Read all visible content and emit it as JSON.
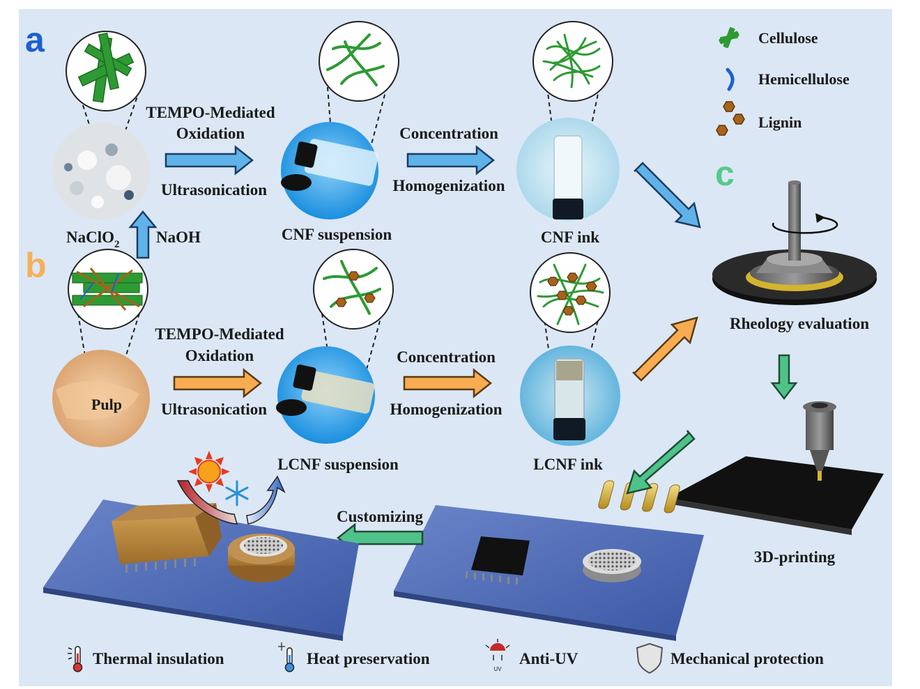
{
  "panels": {
    "a": "a",
    "b": "b",
    "c": "c"
  },
  "legend": {
    "cellulose": "Cellulose",
    "hemicellulose": "Hemicellulose",
    "lignin": "Lignin"
  },
  "row_a": {
    "step1_top1": "TEMPO-Mediated",
    "step1_top2": "Oxidation",
    "step1_bottom": "Ultrasonication",
    "step2_top": "Concentration",
    "step2_bottom": "Homogenization",
    "source_label": "NaClO",
    "source_sub": "2",
    "naoh": "NaOH",
    "suspension": "CNF suspension",
    "ink": "CNF ink"
  },
  "row_b": {
    "pulp": "Pulp",
    "step1_top1": "TEMPO-Mediated",
    "step1_top2": "Oxidation",
    "step1_bottom": "Ultrasonication",
    "step2_top": "Concentration",
    "step2_bottom": "Homogenization",
    "suspension": "LCNF suspension",
    "ink": "LCNF ink"
  },
  "right": {
    "rheology": "Rheology evaluation",
    "printing": "3D-printing",
    "customizing": "Customizing"
  },
  "applications": [
    {
      "icon": "thermometer-icon",
      "label": "Thermal insulation"
    },
    {
      "icon": "snowflake-thermometer-icon",
      "label": "Heat preservation"
    },
    {
      "icon": "uv-lamp-icon",
      "label": "Anti-UV"
    },
    {
      "icon": "shield-icon",
      "label": "Mechanical protection"
    }
  ],
  "colors": {
    "background": "#dbe7f5",
    "panel_a": "#1f5fcf",
    "panel_b": "#f5b058",
    "panel_c": "#58c98a",
    "arrow_blue": "#5fb3e8",
    "arrow_orange": "#f7ac52",
    "arrow_green": "#4fc28a",
    "fiber_green": "#2e9a33",
    "lignin_brown": "#a8621a"
  }
}
